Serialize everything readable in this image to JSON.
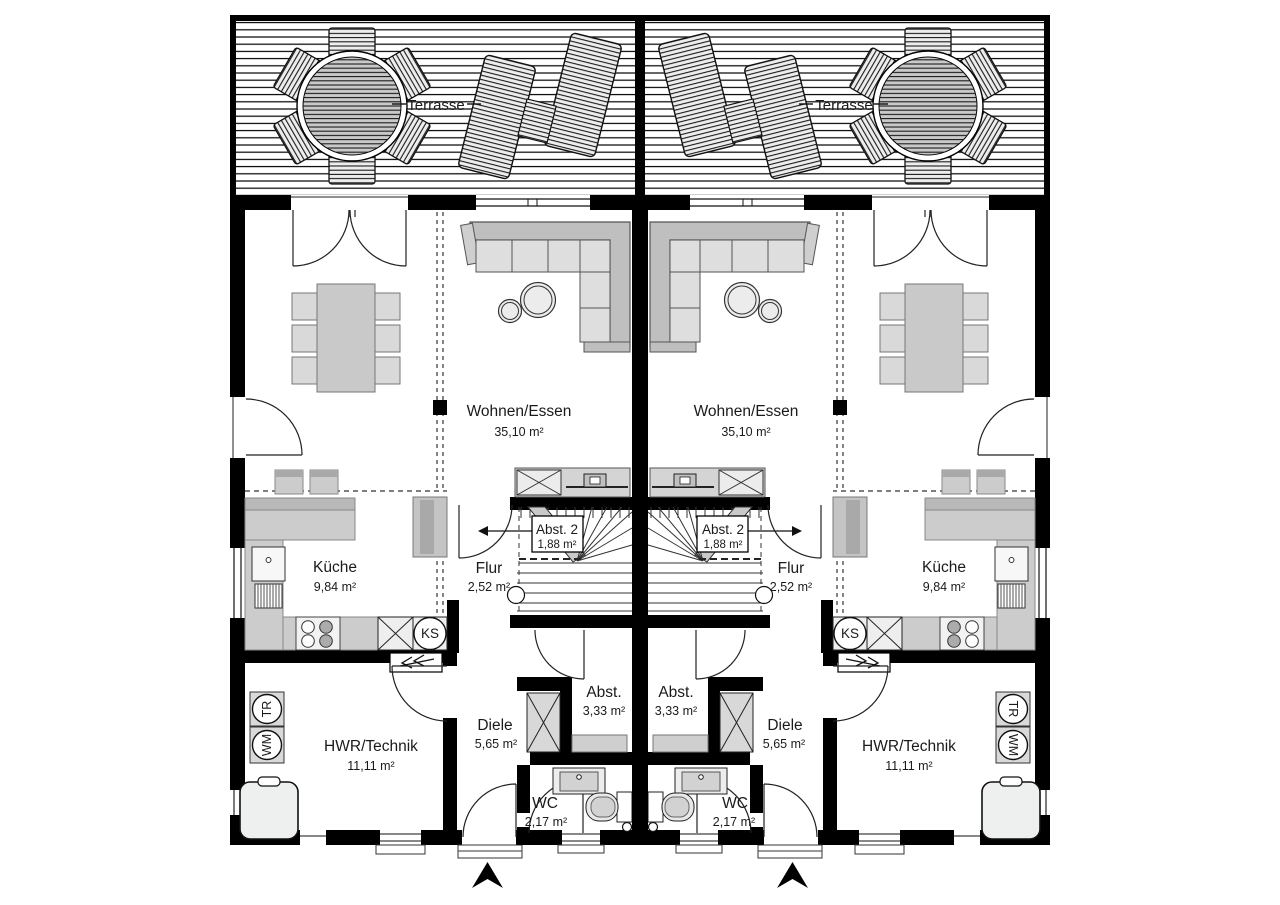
{
  "plan": {
    "terrace_label": "Terrasse",
    "appliance_labels": {
      "fridge": "KS",
      "dryer": "TR",
      "washer": "WM"
    },
    "colors": {
      "wall": "#000000",
      "furniture_fill": "#d6d6d6",
      "counter_fill": "#cccccc",
      "background": "#ffffff"
    },
    "units": [
      {
        "id": "left",
        "rooms": {
          "living": {
            "name": "Wohnen/Essen",
            "area": "35,10 m²"
          },
          "kitchen": {
            "name": "Küche",
            "area": "9,84 m²"
          },
          "hall": {
            "name": "Flur",
            "area": "2,52 m²"
          },
          "storage2": {
            "name": "Abst. 2",
            "area": "1,88 m²"
          },
          "storage": {
            "name": "Abst.",
            "area": "3,33 m²"
          },
          "entry": {
            "name": "Diele",
            "area": "5,65 m²"
          },
          "wc": {
            "name": "WC",
            "area": "2,17 m²"
          },
          "utility": {
            "name": "HWR/Technik",
            "area": "11,11 m²"
          }
        }
      },
      {
        "id": "right",
        "rooms": {
          "living": {
            "name": "Wohnen/Essen",
            "area": "35,10 m²"
          },
          "kitchen": {
            "name": "Küche",
            "area": "9,84 m²"
          },
          "hall": {
            "name": "Flur",
            "area": "2,52 m²"
          },
          "storage2": {
            "name": "Abst. 2",
            "area": "1,88 m²"
          },
          "storage": {
            "name": "Abst.",
            "area": "3,33 m²"
          },
          "entry": {
            "name": "Diele",
            "area": "5,65 m²"
          },
          "wc": {
            "name": "WC",
            "area": "2,17 m²"
          },
          "utility": {
            "name": "HWR/Technik",
            "area": "11,11 m²"
          }
        }
      }
    ]
  }
}
